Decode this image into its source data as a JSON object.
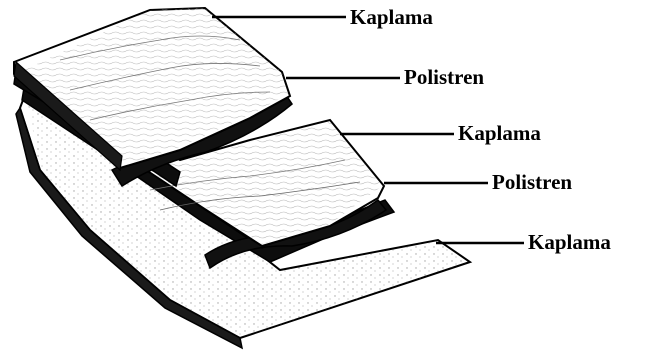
{
  "layers": [
    {
      "label": "Kaplama"
    },
    {
      "label": "Polistren"
    },
    {
      "label": "Kaplama"
    },
    {
      "label": "Polistren"
    },
    {
      "label": "Kaplama"
    }
  ],
  "colors": {
    "ink": "#000000",
    "background": "#ffffff"
  }
}
